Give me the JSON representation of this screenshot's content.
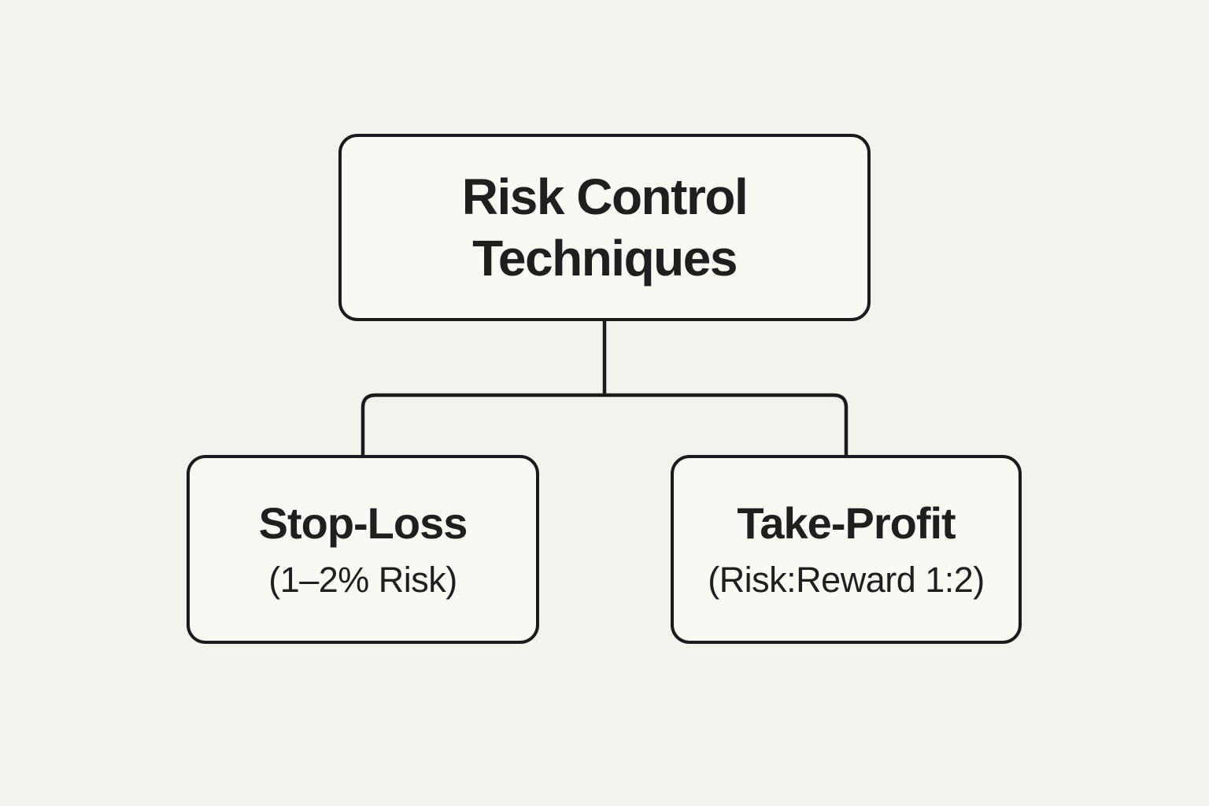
{
  "diagram": {
    "type": "flowchart",
    "root": {
      "title": "Risk Control Techniques"
    },
    "children": [
      {
        "title": "Stop-Loss",
        "subtitle": "(1–2% Risk)"
      },
      {
        "title": "Take-Profit",
        "subtitle": "(Risk:Reward 1:2)"
      }
    ],
    "colors": {
      "background": "#f4f2ec",
      "box_fill": "#f9f8f3",
      "border": "#1b1b1b",
      "line": "#1b1b1b",
      "text": "#1f1f1f"
    }
  }
}
